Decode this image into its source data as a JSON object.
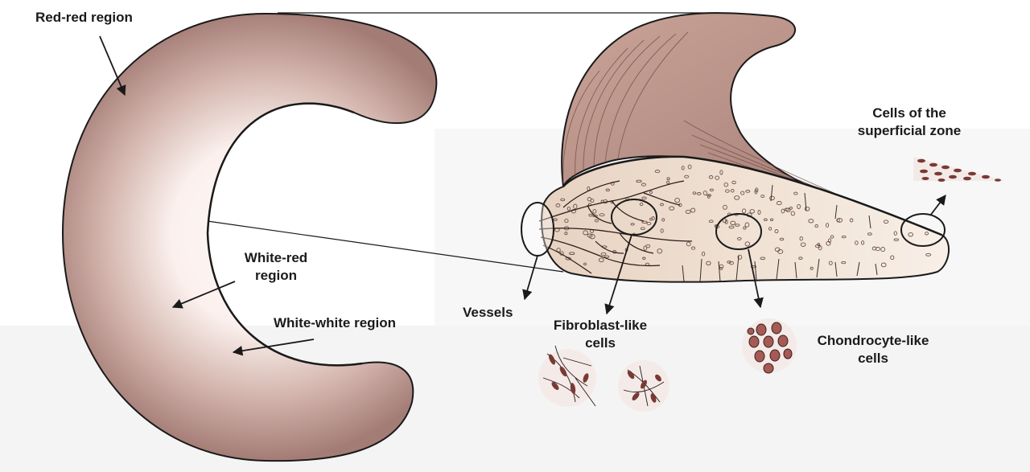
{
  "labels": {
    "red_red": "Red-red region",
    "white_red_1": "White-red",
    "white_red_2": "region",
    "white_white": "White-white region",
    "vessels": "Vessels",
    "fibroblast_1": "Fibroblast-like",
    "fibroblast_2": "cells",
    "chondrocyte_1": "Chondrocyte-like",
    "chondrocyte_2": "cells",
    "superficial_1": "Cells of the",
    "superficial_2": "superficial zone"
  },
  "colors": {
    "meniscus_outer": "#a9817b",
    "meniscus_inner": "#fbf1ee",
    "tissue": "#ecd9c9",
    "cell": "#7a3a34",
    "outline": "#1a1a1a"
  }
}
